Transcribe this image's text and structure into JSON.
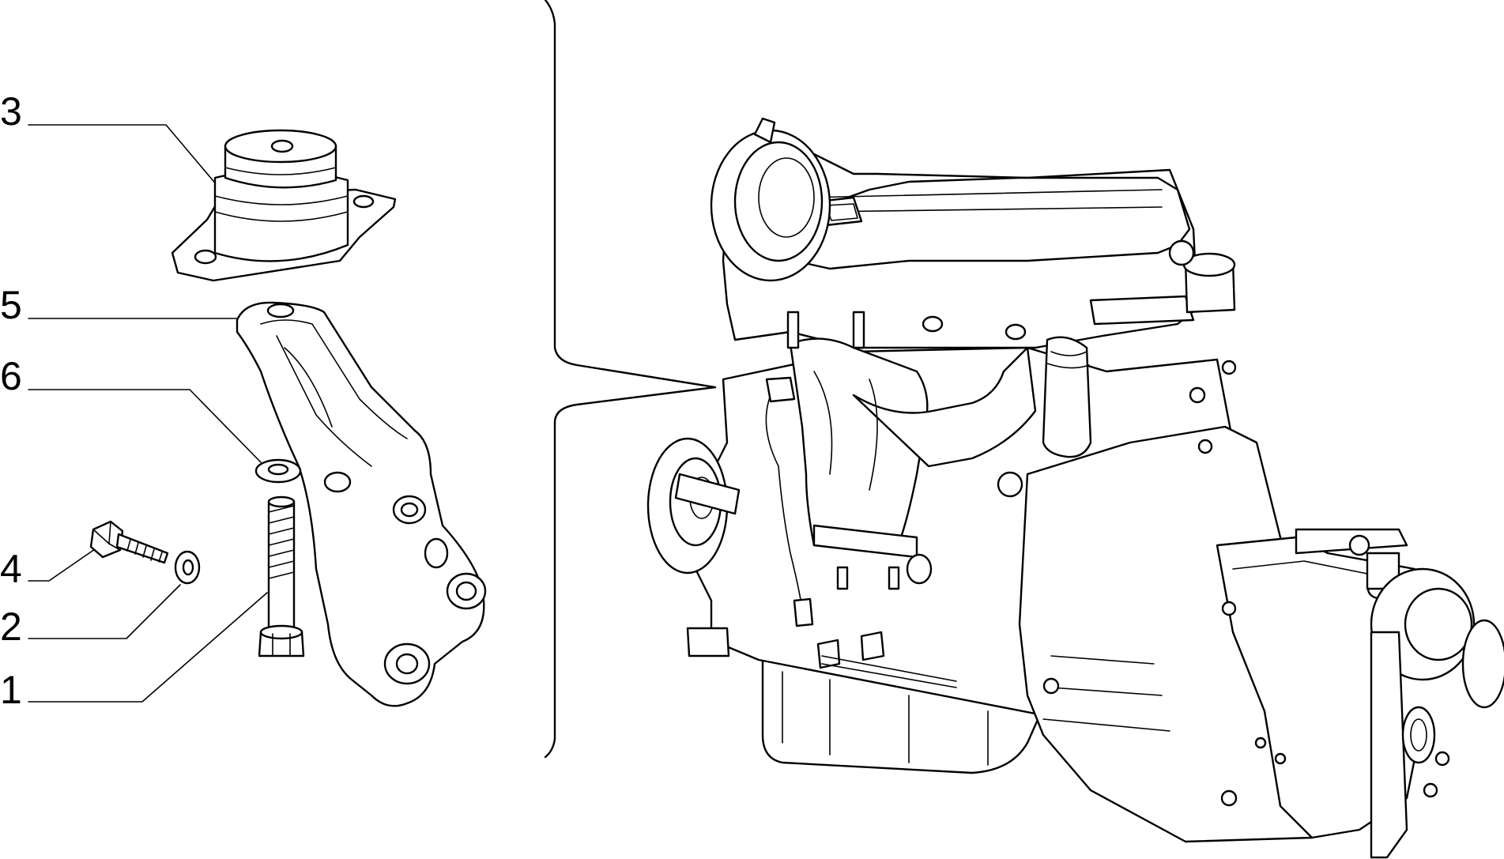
{
  "callouts": [
    {
      "id": "c3",
      "label": "3"
    },
    {
      "id": "c5",
      "label": "5"
    },
    {
      "id": "c6",
      "label": "6"
    },
    {
      "id": "c4",
      "label": "4"
    },
    {
      "id": "c2",
      "label": "2"
    },
    {
      "id": "c1",
      "label": "1"
    }
  ],
  "colors": {
    "ink": "#000000",
    "paper": "#ffffff"
  }
}
